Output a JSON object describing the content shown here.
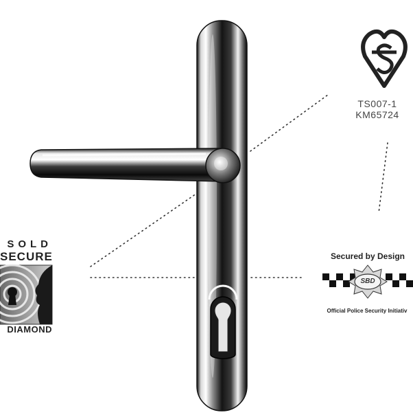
{
  "product": {
    "name": "door-handle-lever-on-backplate-chrome",
    "finish": "polished chrome"
  },
  "kitemark": {
    "icon": "kitemark-icon",
    "line1": "TS007-1",
    "line2": "KM65724"
  },
  "sold_secure": {
    "icon": "keyhole-face-icon",
    "top": "SOLD",
    "middle": "SECURE",
    "bottom": "DIAMOND"
  },
  "secured_by_design": {
    "title": "Secured by Design",
    "badge": "SBD",
    "subtitle": "Official Police Security Initiativ"
  },
  "colors": {
    "background": "#ffffff",
    "chrome_dark": "#111111",
    "chrome_light": "#f4f4f4",
    "dots": "#333333"
  }
}
